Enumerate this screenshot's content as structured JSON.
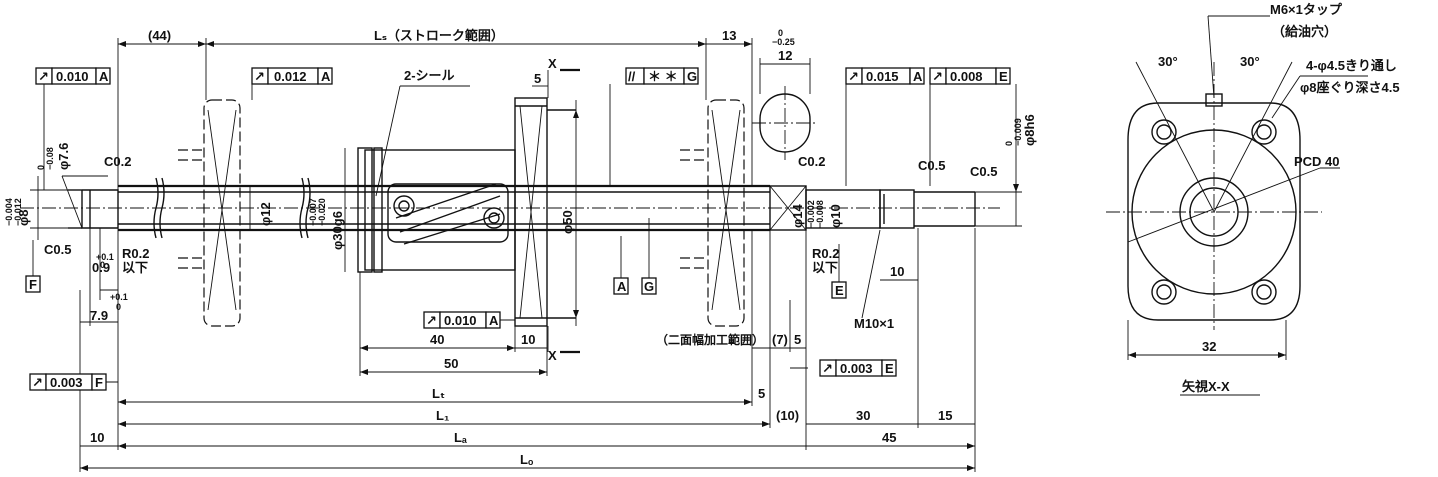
{
  "dims": {
    "d_44": "(44)",
    "ls": "Lₛ（ストローク範囲）",
    "d_13": "13",
    "d_12_tol": "0\n−0.25",
    "d_12": "12",
    "d_5": "5",
    "d_40": "40",
    "d_10a": "10",
    "d_50": "50",
    "lt": "Lₜ",
    "l1": "L₁",
    "la": "Lₐ",
    "lo": "Lₒ",
    "d_5b": "5",
    "d_10p": "(10)",
    "d_30": "30",
    "d_15": "15",
    "d_45": "45",
    "d_10b": "10",
    "d_10c": "10",
    "d_7": "(7)",
    "d_5c": "5",
    "d_7_9": "7.9",
    "d_0_9": "0.9",
    "tol_p01": "+0.1",
    "tol_0": "0",
    "d_32": "32"
  },
  "labels": {
    "c02_left": "C0.2",
    "c05_left": "C0.5",
    "phi8": "φ8",
    "phi8_tol": "−0.004\n−0.012",
    "phi76": "φ7.6",
    "phi76_tol": "0\n−0.08",
    "r02_left": "R0.2",
    "ika_left": "以下",
    "phi12": "φ12",
    "phi30g6": "φ30g6",
    "phi30_tol": "−0.007\n−0.020",
    "two_seal": "2-シール",
    "phi50": "φ50",
    "x_top": "X",
    "x_bot": "X",
    "phi14": "φ14",
    "phi10": "φ10",
    "phi10_tol": "−0.002\n−0.008",
    "c02_right": "C0.2",
    "r02_right": "R0.2",
    "ika_right": "以下",
    "c05_a": "C0.5",
    "c05_b": "C0.5",
    "phi8h6": "φ8h6",
    "phi8h6_tol": "0\n−0.009",
    "m10": "M10×1",
    "nimen": "（二面幅加工範囲）",
    "m6": "M6×1タップ",
    "kyuyu": "（給油穴）",
    "deg30a": "30°",
    "deg30b": "30°",
    "holes": "4-φ4.5きり通し",
    "counterbore": "φ8座ぐり深さ4.5",
    "pcd": "PCD 40",
    "view": "矢視X-X"
  },
  "datums": {
    "A": "A",
    "F": "F",
    "G": "G",
    "E": "E"
  },
  "fcf": {
    "f1": {
      "sym": "↗",
      "val": "0.010",
      "ref": "A"
    },
    "f2": {
      "sym": "↗",
      "val": "0.012",
      "ref": "A"
    },
    "f3": {
      "sym": "//",
      "val": "＊ ＊",
      "ref": "G"
    },
    "f4": {
      "sym": "↗",
      "val": "0.015",
      "ref": "A"
    },
    "f5": {
      "sym": "↗",
      "val": "0.008",
      "ref": "E"
    },
    "f6": {
      "sym": "↗",
      "val": "0.010",
      "ref": "A"
    },
    "f7": {
      "sym": "↗",
      "val": "0.003",
      "ref": "F"
    },
    "f8": {
      "sym": "↗",
      "val": "0.003",
      "ref": "E"
    }
  }
}
